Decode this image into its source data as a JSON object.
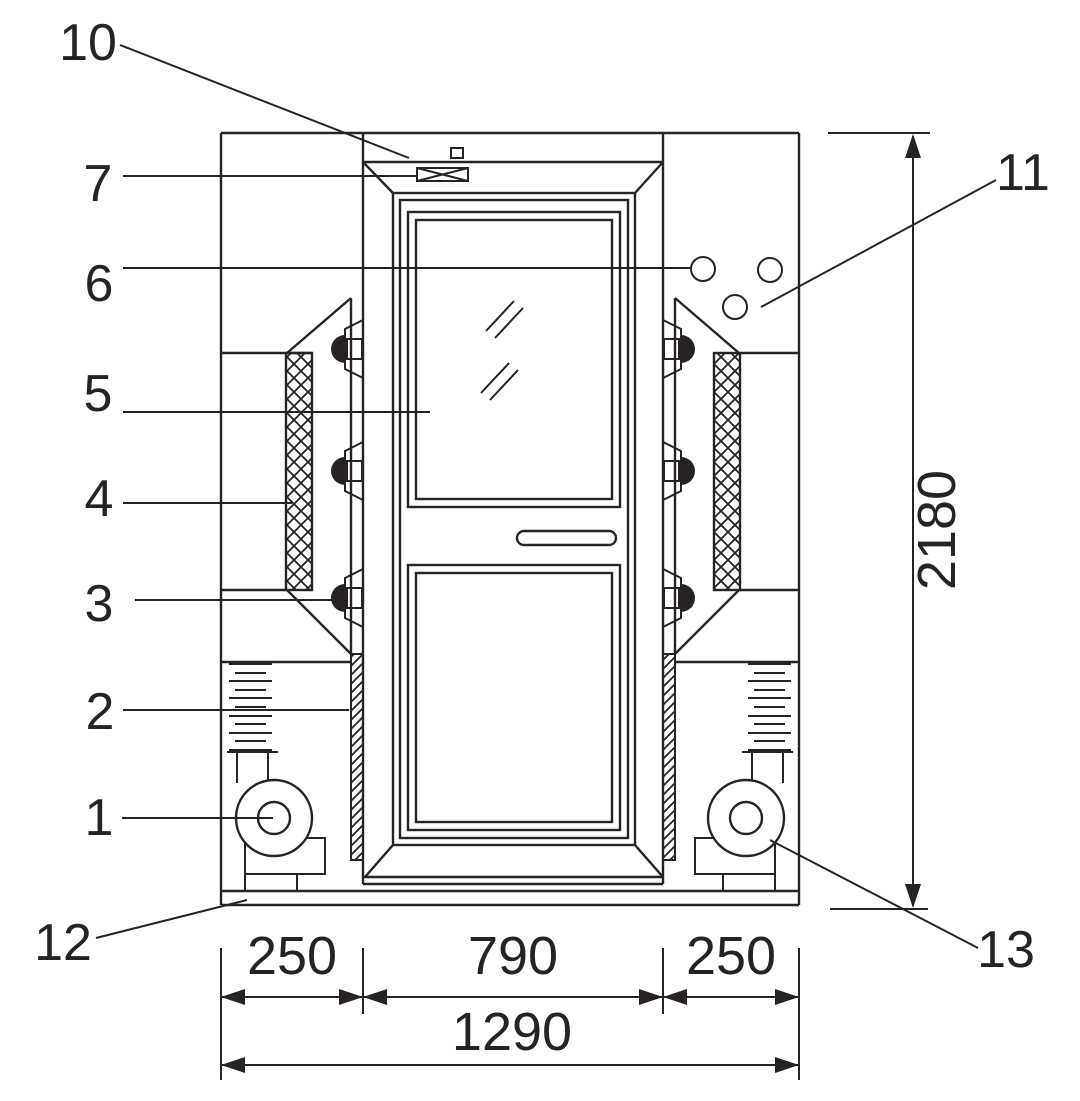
{
  "diagram": {
    "kind": "technical-line-drawing",
    "subject": "air-shower-unit-front-elevation",
    "background_color": "#ffffff",
    "line_color": "#272325",
    "callouts": {
      "n1": "1",
      "n2": "2",
      "n3": "3",
      "n4": "4",
      "n5": "5",
      "n6": "6",
      "n7": "7",
      "n10": "10",
      "n11": "11",
      "n12": "12",
      "n13": "13"
    },
    "dimensions": {
      "bottom_left": "250",
      "bottom_middle": "790",
      "bottom_right": "250",
      "bottom_overall": "1290",
      "right_height": "2180"
    }
  }
}
